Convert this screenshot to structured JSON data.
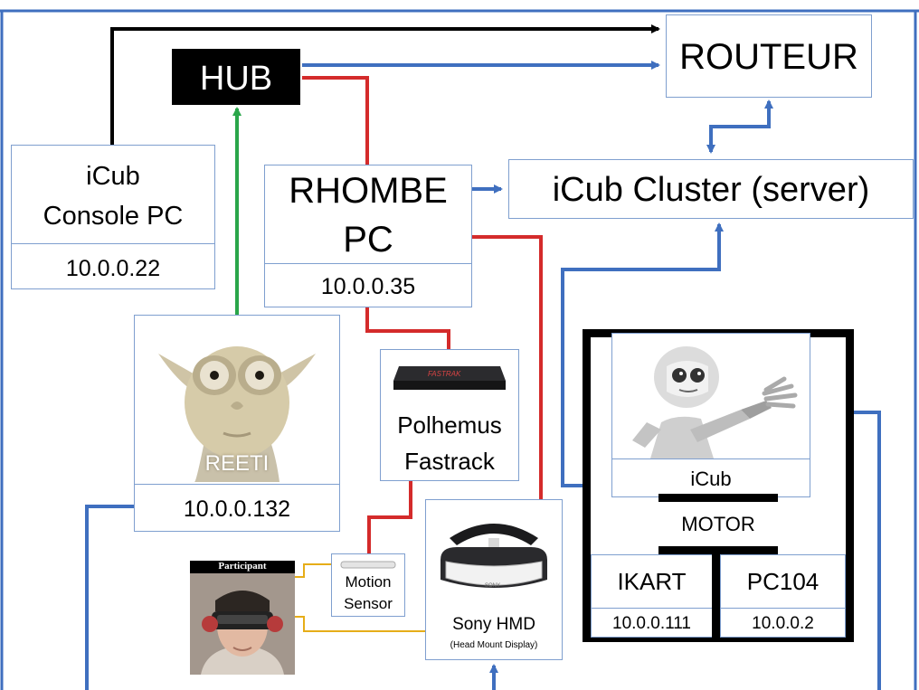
{
  "diagram": {
    "hub": {
      "label": "HUB"
    },
    "router": {
      "label": "ROUTEUR"
    },
    "cluster": {
      "label": "iCub Cluster (server)"
    },
    "console_pc": {
      "line1": "iCub",
      "line2": "Console PC",
      "ip": "10.0.0.22"
    },
    "rhombe_pc": {
      "line1": "RHOMBE",
      "line2": "PC",
      "ip": "10.0.0.35"
    },
    "reeti": {
      "label": "REETI",
      "ip": "10.0.0.132"
    },
    "polhemus": {
      "line1": "Polhemus",
      "line2": "Fastrack",
      "device_text": "FASTRAK"
    },
    "motion_sensor": {
      "line1": "Motion",
      "line2": "Sensor"
    },
    "sony_hmd": {
      "line1": "Sony HMD",
      "line2": "(Head Mount Display)",
      "device_text": "SONY"
    },
    "participant": {
      "label": "Participant"
    },
    "icub": {
      "label": "iCub",
      "motor": "MOTOR",
      "ikart": "IKART",
      "ikart_ip": "10.0.0.111",
      "pc104": "PC104",
      "pc104_ip": "10.0.0.2"
    }
  },
  "colors": {
    "network_blue": "#3f6fbf",
    "hub_red": "#d42b2b",
    "reeti_green": "#2aa64a",
    "console_black": "#000000",
    "sensor_yellow": "#e6ad18",
    "box_border": "#7f9fcf",
    "frame_line": "#3f6fbf"
  }
}
